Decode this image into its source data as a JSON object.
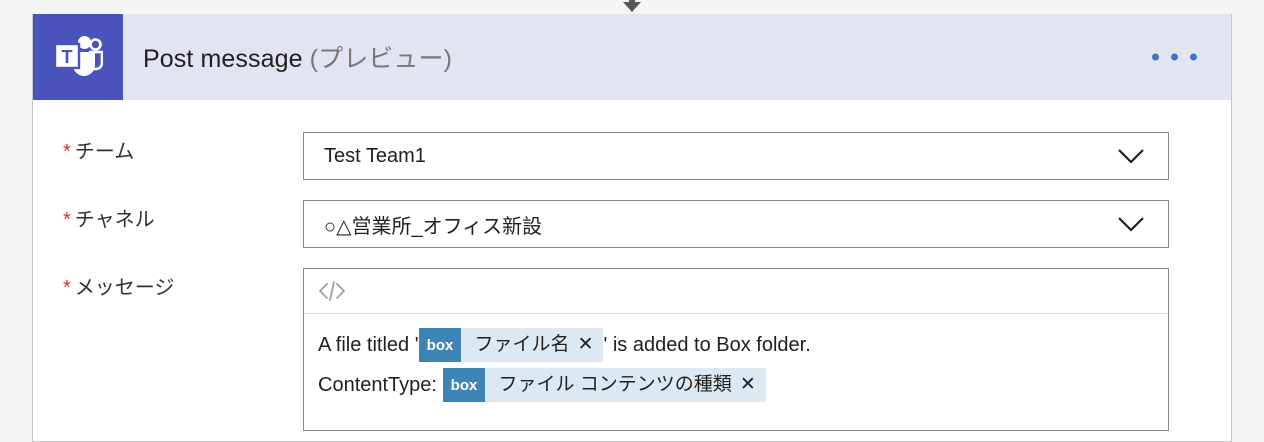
{
  "flow": {
    "connector_arrow_icon": "arrow-down-icon"
  },
  "card": {
    "logo_icon": "microsoft-teams-icon",
    "title": "Post message",
    "title_suffix": "(プレビュー)",
    "menu_icon": "ellipsis-icon",
    "header_bg": "#e3e4f1",
    "logo_bg": "#4b53bc",
    "menu_dot_color": "#3977c7"
  },
  "form": {
    "required_marker": "*",
    "fields": [
      {
        "label": "チーム",
        "required": true,
        "type": "dropdown",
        "value": "Test Team1",
        "chevron_icon": "chevron-down-icon"
      },
      {
        "label": "チャネル",
        "required": true,
        "type": "dropdown",
        "value": "○△営業所_オフィス新設",
        "chevron_icon": "chevron-down-icon"
      },
      {
        "label": "メッセージ",
        "required": true,
        "type": "richtext"
      }
    ]
  },
  "message_editor": {
    "toolbar": {
      "code_view_label": "</>",
      "code_view_icon": "code-view-icon"
    },
    "lines": [
      {
        "prefix": "A file titled '",
        "token": {
          "icon": "box-icon",
          "label": "ファイル名",
          "remove_label": "✕"
        },
        "suffix": "' is added to Box folder."
      },
      {
        "prefix": "ContentType: ",
        "token": {
          "icon": "box-icon",
          "label": "ファイル コンテンツの種類",
          "remove_label": "✕"
        },
        "suffix": ""
      }
    ]
  },
  "colors": {
    "token_bg": "#dce9f3",
    "token_icon_bg": "#3e85b5",
    "required_red": "#d13438",
    "page_bg": "#f5f5f5"
  }
}
